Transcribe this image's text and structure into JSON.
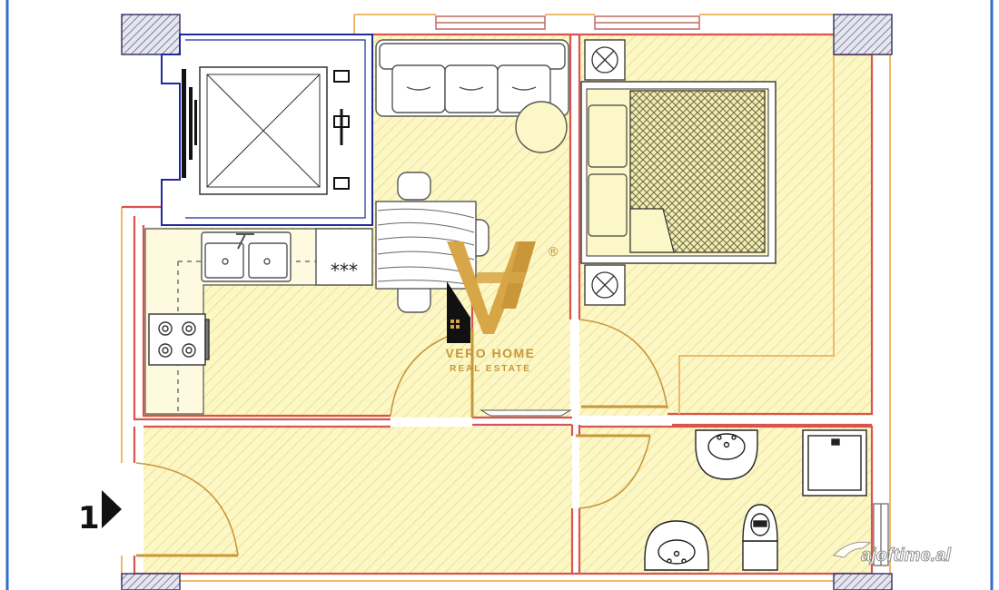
{
  "plan": {
    "entrance_label": "1",
    "stove_label": "***"
  },
  "logo": {
    "registered_mark": "®",
    "name": "VERO HOME",
    "tagline": "REAL ESTATE"
  },
  "watermark": {
    "text": "ajoftime.al"
  },
  "colors": {
    "floor": "#fbf7c6",
    "hatch": "#efe28c",
    "wall_red": "#d9534f",
    "wall_orange": "#f0b86a",
    "elevator_blue": "#1e2a9a",
    "frame_blue": "#2f6fd0",
    "gold": "#c9973a",
    "dark": "#111111"
  }
}
